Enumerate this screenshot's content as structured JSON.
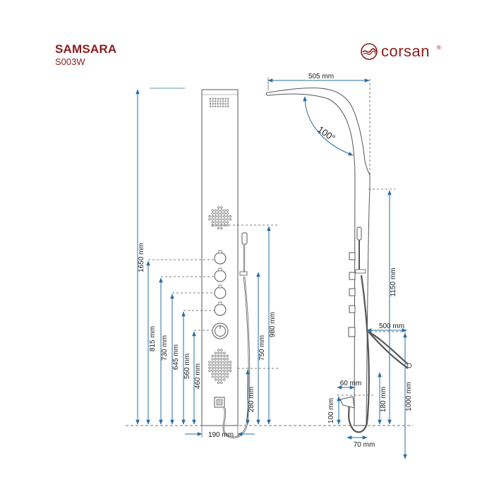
{
  "header": {
    "title": "SAMSARA",
    "model": "S003W",
    "brand": "corsan",
    "brand_mark": "®"
  },
  "icons": {
    "brand_logo": "wave-circle-logo"
  },
  "colors": {
    "brand": "#8a1c1c",
    "dimension_line": "#2a6fa1",
    "outline": "#555555"
  },
  "dimensions": {
    "front_height": "1650 mm",
    "outlet_815": "815 mm",
    "outlet_730": "730 mm",
    "outlet_645": "645 mm",
    "outlet_560": "560 mm",
    "outlet_460": "460 mm",
    "jets_980": "980 mm",
    "jets_750": "750 mm",
    "jets_280": "280 mm",
    "front_width": "190 mm",
    "side_head_reach": "505 mm",
    "head_angle": "100°",
    "side_1150": "1150 mm",
    "side_500": "500 mm",
    "side_1000": "1000 mm",
    "side_60": "60 mm",
    "side_100": "100 mm",
    "side_180": "180 mm",
    "side_70": "70 mm"
  }
}
